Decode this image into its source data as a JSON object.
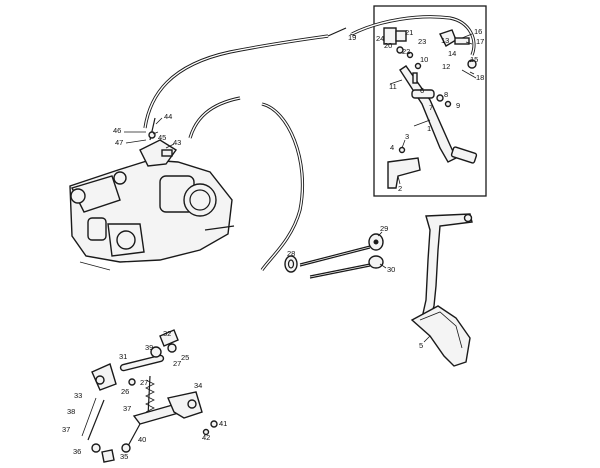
{
  "callouts": [
    {
      "key": "1",
      "text": "1"
    },
    {
      "key": "2",
      "text": "2"
    },
    {
      "key": "3",
      "text": "3"
    },
    {
      "key": "4",
      "text": "4"
    },
    {
      "key": "5",
      "text": "5"
    },
    {
      "key": "6",
      "text": "6"
    },
    {
      "key": "7",
      "text": "7"
    },
    {
      "key": "8",
      "text": "8"
    },
    {
      "key": "9",
      "text": "9"
    },
    {
      "key": "10",
      "text": "10"
    },
    {
      "key": "11",
      "text": "11"
    },
    {
      "key": "12",
      "text": "12"
    },
    {
      "key": "13",
      "text": "13"
    },
    {
      "key": "14",
      "text": "14"
    },
    {
      "key": "15",
      "text": "15"
    },
    {
      "key": "16",
      "text": "16"
    },
    {
      "key": "17",
      "text": "17"
    },
    {
      "key": "18",
      "text": "18"
    },
    {
      "key": "19",
      "text": "19"
    },
    {
      "key": "20",
      "text": "20"
    },
    {
      "key": "21",
      "text": "21"
    },
    {
      "key": "22",
      "text": "22"
    },
    {
      "key": "23",
      "text": "23"
    },
    {
      "key": "24",
      "text": "24"
    },
    {
      "key": "25",
      "text": "25"
    },
    {
      "key": "26",
      "text": "26"
    },
    {
      "key": "27a",
      "text": "27"
    },
    {
      "key": "27b",
      "text": "27"
    },
    {
      "key": "28",
      "text": "28"
    },
    {
      "key": "29",
      "text": "29"
    },
    {
      "key": "30",
      "text": "30"
    },
    {
      "key": "31",
      "text": "31"
    },
    {
      "key": "32",
      "text": "32"
    },
    {
      "key": "33",
      "text": "33"
    },
    {
      "key": "34",
      "text": "34"
    },
    {
      "key": "35",
      "text": "35"
    },
    {
      "key": "36",
      "text": "36"
    },
    {
      "key": "37a",
      "text": "37"
    },
    {
      "key": "37b",
      "text": "37"
    },
    {
      "key": "38",
      "text": "38"
    },
    {
      "key": "39",
      "text": "39"
    },
    {
      "key": "40",
      "text": "40"
    },
    {
      "key": "41",
      "text": "41"
    },
    {
      "key": "42",
      "text": "42"
    },
    {
      "key": "43",
      "text": "43"
    },
    {
      "key": "44",
      "text": "44"
    },
    {
      "key": "45",
      "text": "45"
    },
    {
      "key": "46",
      "text": "46"
    },
    {
      "key": "47",
      "text": "47"
    }
  ]
}
